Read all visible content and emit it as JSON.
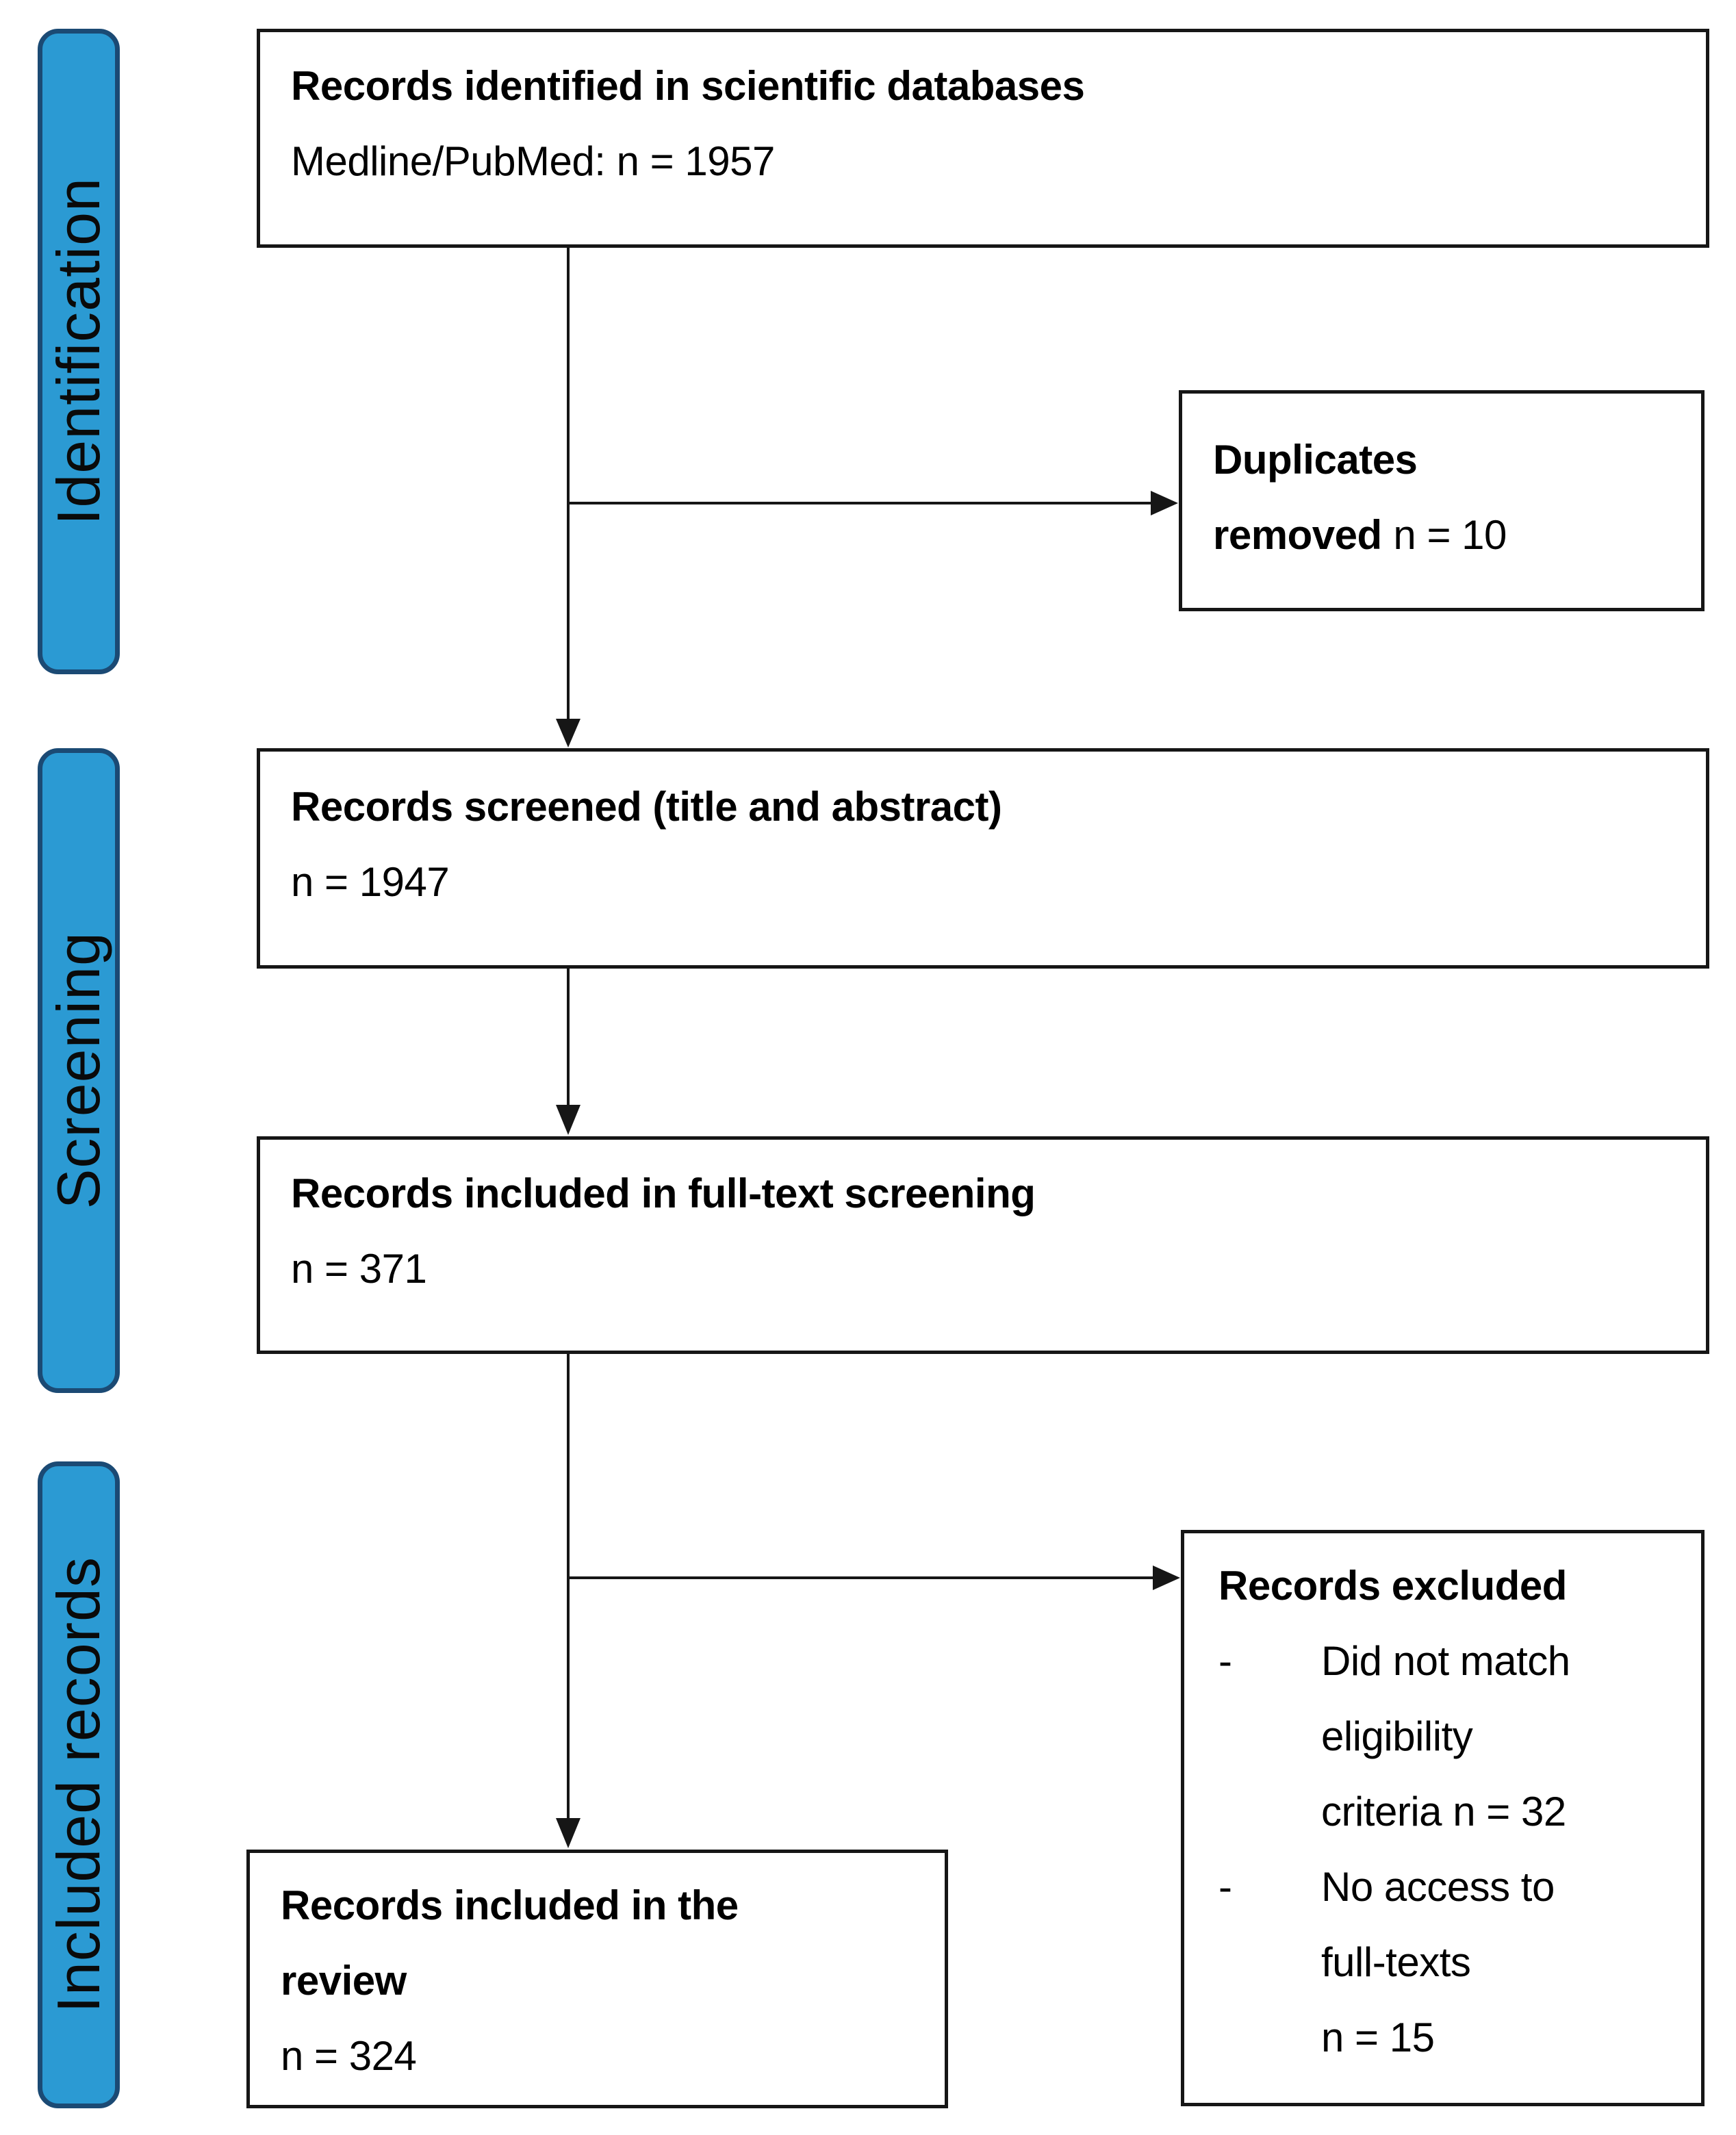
{
  "diagram": {
    "colors": {
      "stage_fill": "#2b9ad3",
      "stage_border": "#1b4a74",
      "box_border": "#161616",
      "arrow": "#161616"
    },
    "stages": [
      {
        "label": "Identification"
      },
      {
        "label": "Screening"
      },
      {
        "label": "Included records"
      }
    ],
    "boxes": {
      "identified": {
        "title": "Records identified in scientific databases",
        "detail": "Medline/PubMed: n = 1957"
      },
      "duplicates": {
        "line1": "Duplicates",
        "line2_bold": "removed",
        "line2_rest": "n = 10"
      },
      "screened": {
        "title": "Records screened (title and abstract)",
        "detail": "n = 1947"
      },
      "fulltext": {
        "title": "Records included in full-text screening",
        "detail": "n = 371"
      },
      "excluded": {
        "title": "Records excluded",
        "bullet": "-",
        "items": [
          {
            "lines": [
              "Did not match",
              "eligibility",
              "criteria n = 32"
            ]
          },
          {
            "lines": [
              "No access to",
              "full-texts",
              "n = 15"
            ]
          }
        ]
      },
      "review": {
        "title_lines": [
          "Records included in the",
          "review"
        ],
        "detail": "n = 324"
      }
    }
  }
}
